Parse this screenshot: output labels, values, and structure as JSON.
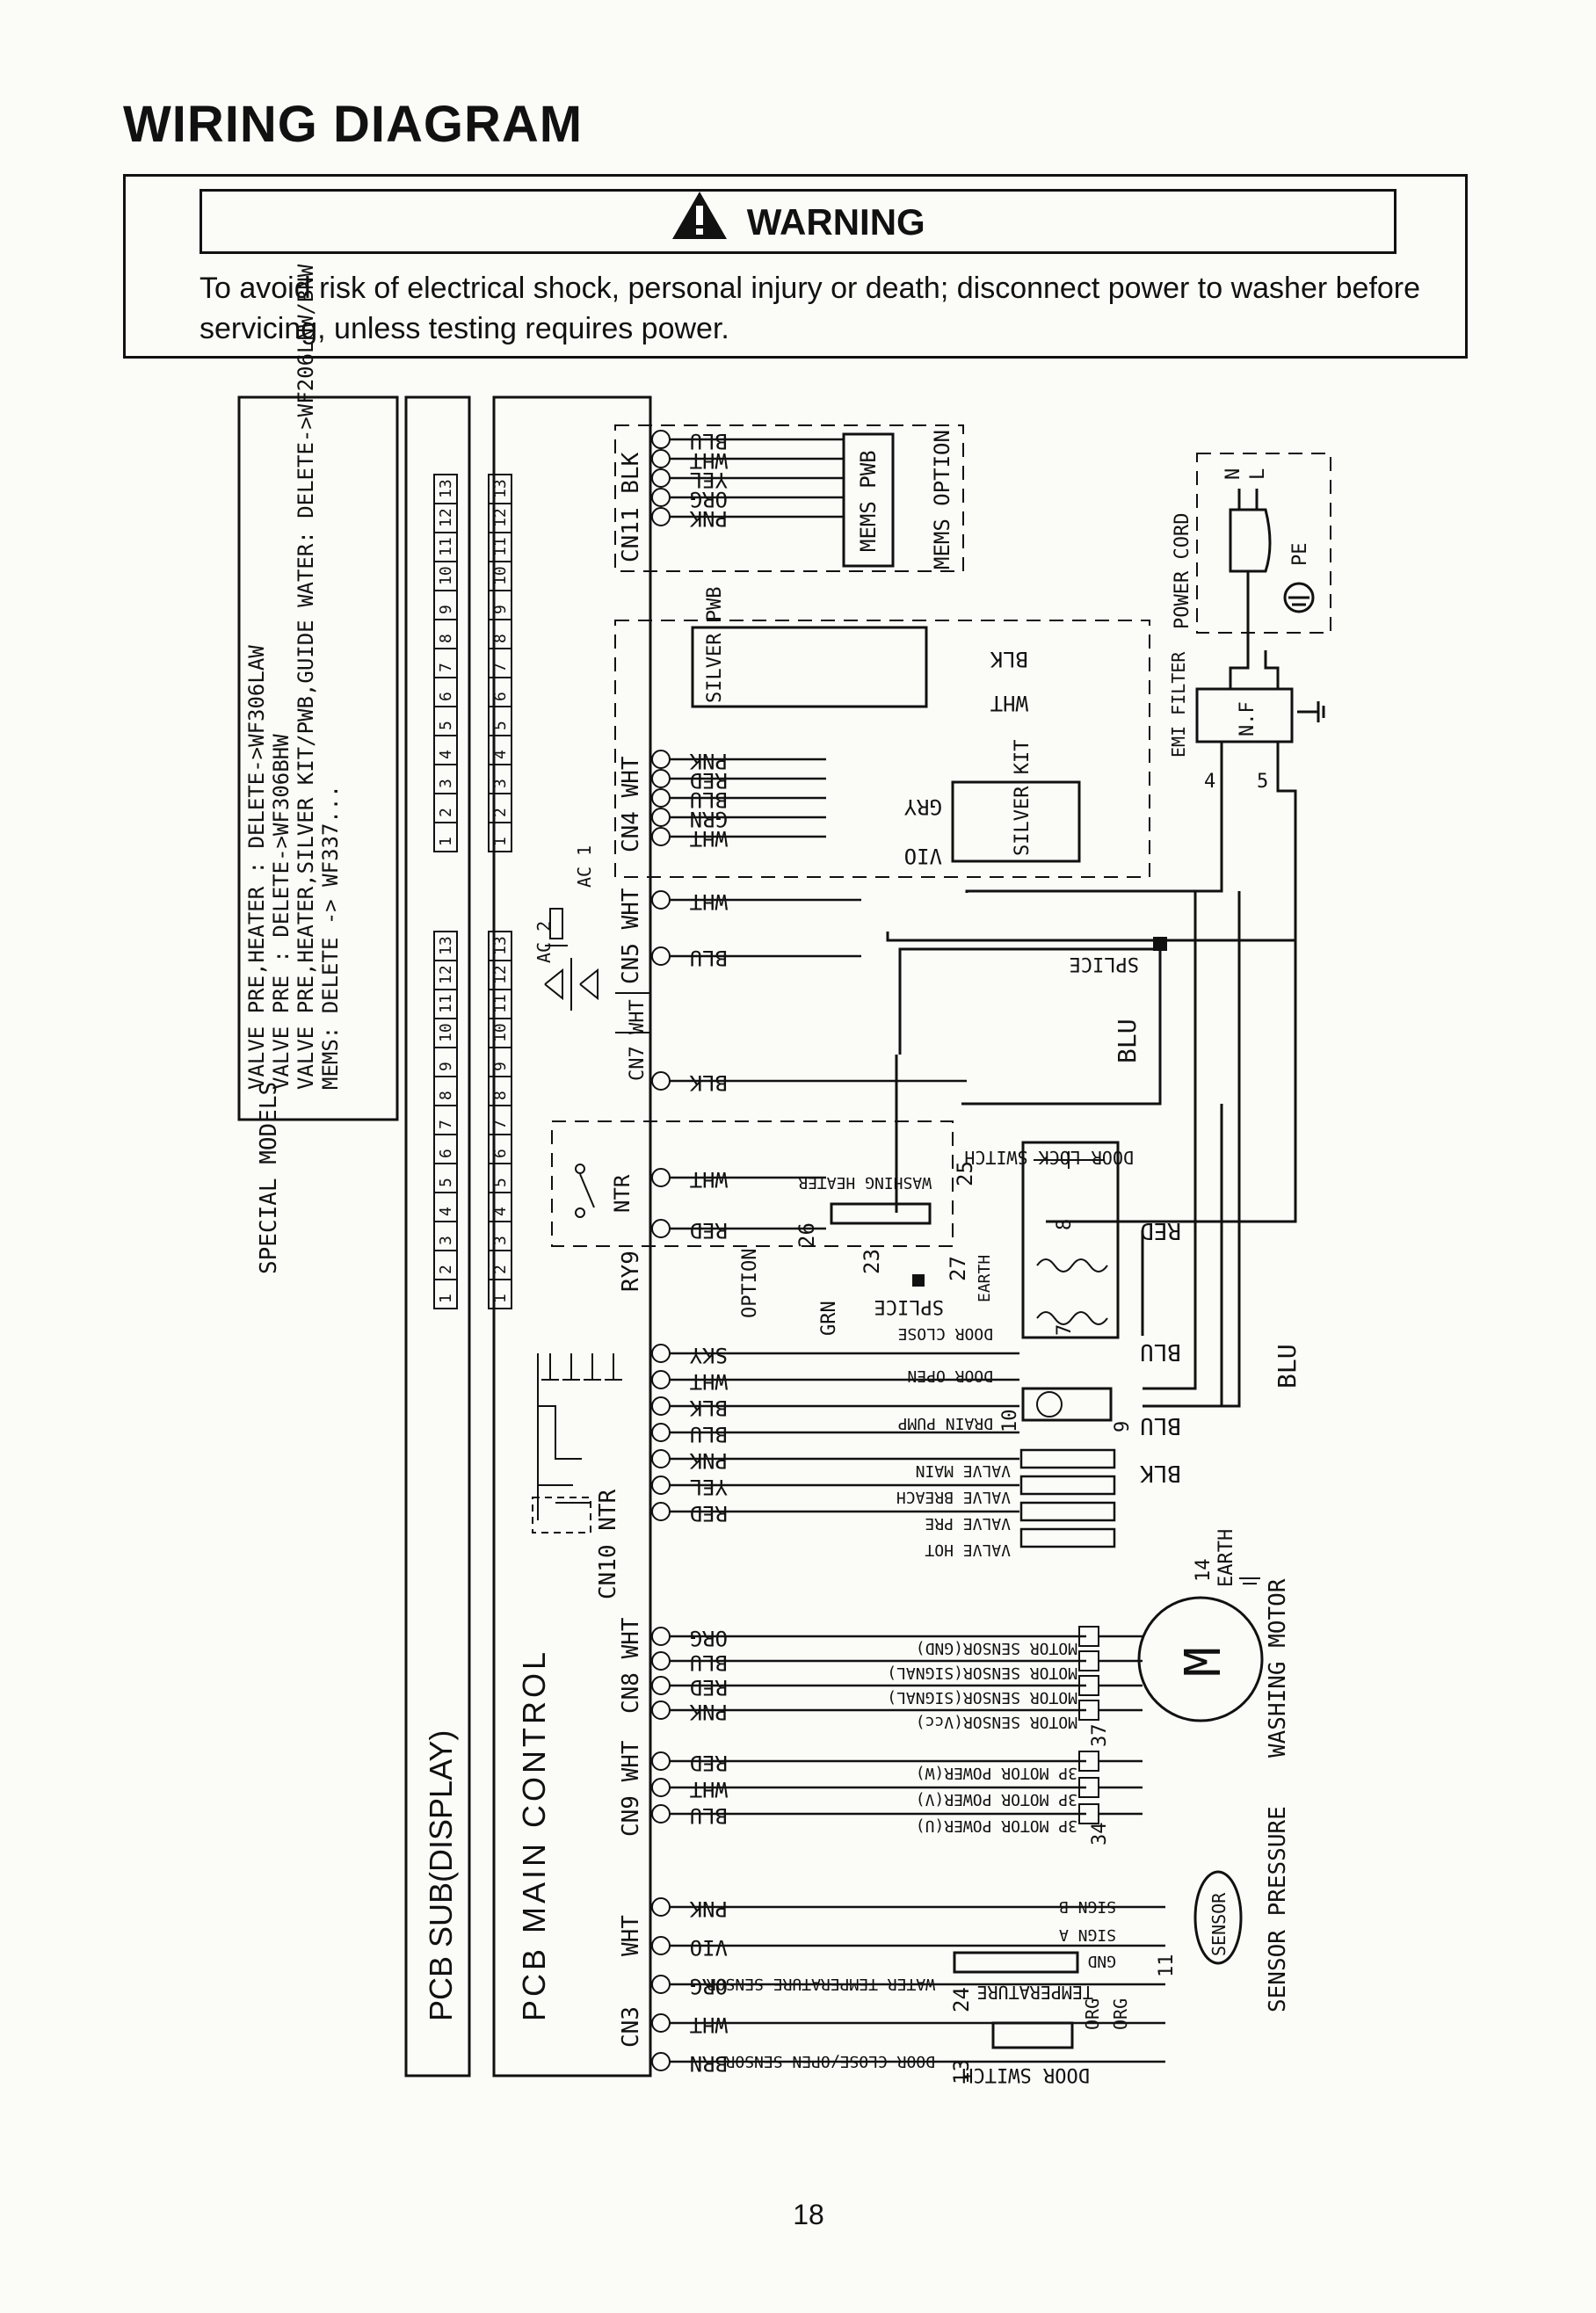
{
  "page": {
    "title": "WIRING DIAGRAM",
    "page_number": "18"
  },
  "warning": {
    "heading": "WARNING",
    "icon": "warning-triangle-icon",
    "text": "To avoid risk of electrical shock, personal injury or death; disconnect power to washer before servicing, unless testing requires power."
  },
  "boards": {
    "display": "PCB SUB(DISPLAY)",
    "main": "PCB MAIN CONTROL",
    "pin_numbers": [
      "1",
      "2",
      "3",
      "4",
      "5",
      "6",
      "7",
      "8",
      "9",
      "10",
      "11",
      "12",
      "13"
    ]
  },
  "special_models": {
    "label": "SPECIAL MODELS",
    "lines": [
      "VALVE PRE,HEATER : DELETE->WF306LAW",
      "VALVE PRE           : DELETE->WF306BHW",
      "VALVE PRE,HEATER,SILVER KIT/PWB,GUIDE WATER: DELETE->WF206LNW/BNW",
      "MEMS: DELETE -> WF337..."
    ]
  },
  "connectors": {
    "cn11": "CN11 BLK",
    "cn4": "CN4 WHT",
    "cn5": "CN5 WHT",
    "cn7": "CN7 WHT",
    "ry9": "RY9",
    "ntr_relay": "NTR",
    "cn10": "CN10 NTR",
    "cn8": "CN8 WHT",
    "cn9": "CN9 WHT",
    "cn3_color": "WHT",
    "cn3": "CN3"
  },
  "wires": {
    "cn11": [
      "BLU",
      "WHT",
      "YEL",
      "ORG",
      "PNK"
    ],
    "cn4": [
      "PNK",
      "RED",
      "BLU",
      "GRN",
      "WHT"
    ],
    "cn5": [
      "WHT",
      "BLU"
    ],
    "cn7": [
      "BLK"
    ],
    "relay": [
      "WHT",
      "RED"
    ],
    "cn10": [
      "SKY",
      "WHT",
      "BLK",
      "BLU",
      "PNK",
      "YEL",
      "RED"
    ],
    "cn8": [
      "ORG",
      "BLU",
      "RED",
      "PNK"
    ],
    "cn9": [
      "RED",
      "WHT",
      "BLU"
    ],
    "cn3": [
      "PNK",
      "VIO",
      "ORG",
      "WHT",
      "BRN"
    ],
    "silver_pwb_out": [
      "BLK",
      "WHT"
    ],
    "silver_kit": [
      "GRY",
      "VIO"
    ],
    "bus": [
      "BLU",
      "RED",
      "BLU",
      "BLU",
      "BLK",
      "BLU",
      "GRN"
    ]
  },
  "components": {
    "mems_pwb": "MEMS PWB",
    "mems_option": "MEMS OPTION",
    "silver_pwb": "SILVER PWB",
    "silver_kit": "SILVER KIT",
    "power_cord": "POWER CORD",
    "power_n": "N",
    "power_l": "L",
    "power_pe": "PE",
    "emi_filter": "EMI FILTER",
    "emi_nf": "N.F",
    "splice_top": "SPLICE",
    "door_lock_switch": "DOOR LOCK SWITCH",
    "washing_heater": "WASHING HEATER",
    "option": "OPTION",
    "splice_mid": "SPLICE",
    "earth_27": "EARTH",
    "door_close": "DOOR CLOSE",
    "door_open": "DOOR OPEN",
    "drain_pump": "DRAIN PUMP",
    "valve_main": "VALVE MAIN",
    "valve_bleach": "VALVE BREACH",
    "valve_pre": "VALVE PRE",
    "valve_hot": "VALVE HOT",
    "earth_14": "EARTH",
    "motor_sensor_gnd": "MOTOR SENSOR(GND)",
    "motor_sensor_sig1": "MOTOR SENSOR(SIGNAL)",
    "motor_sensor_sig2": "MOTOR SENSOR(SIGNAL)",
    "motor_sensor_vcc": "MOTOR SENSOR(Vcc)",
    "motor_power_w": "3P MOTOR POWER(W)",
    "motor_power_v": "3P MOTOR POWER(V)",
    "motor_power_u": "3P MOTOR POWER(U)",
    "motor_symbol": "M",
    "washing_motor": "WASHING MOTOR",
    "signal_b": "SIGN B",
    "signal_a": "SIGN A",
    "gnd": "GND",
    "sensor": "SENSOR",
    "sensor_pressure": "SENSOR PRESSURE",
    "water_temp_sensor": "WATER TEMPERATURE SENSOR",
    "temperature": "TEMPERATURE",
    "door_close_open_sensor": "DOOR CLOSE/OPEN SENSOR",
    "door_switch": "DOOR SWITCH",
    "ac1": "AC 1",
    "ac2": "AC 2",
    "sensor_wires": [
      "ORG",
      "ORG"
    ]
  },
  "terminal_numbers": [
    "4",
    "5",
    "25",
    "26",
    "23",
    "27",
    "8",
    "7",
    "10",
    "9",
    "14",
    "37",
    "34",
    "24",
    "13",
    "11"
  ],
  "colors": {
    "ink": "#111111",
    "paper": "#fbfbf8"
  }
}
